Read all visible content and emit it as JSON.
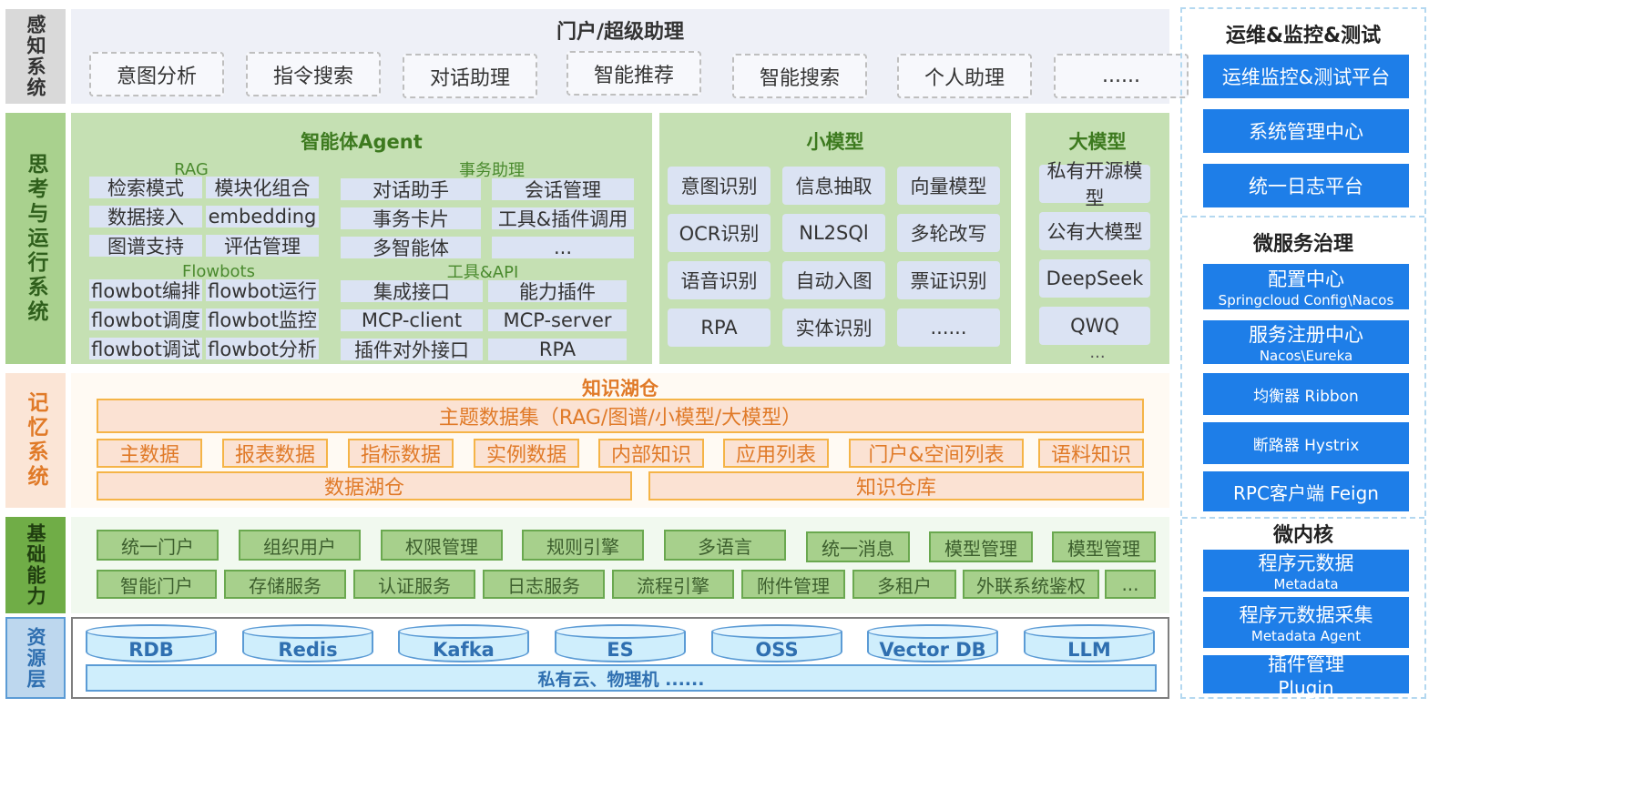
{
  "layers": {
    "perception": "感知系统",
    "thinking": "思考与运行系统",
    "memory": "记忆系统",
    "base": "基础能力",
    "resource": "资源层"
  },
  "portal": {
    "title": "门户/超级助理",
    "items": [
      "意图分析",
      "指令搜索",
      "对话助理",
      "智能推荐",
      "智能搜索",
      "个人助理",
      "......"
    ]
  },
  "agent": {
    "title": "智能体Agent",
    "rag_title": "RAG",
    "rag_items": [
      "检索模式",
      "模块化组合",
      "数据接入",
      "embedding",
      "图谱支持",
      "评估管理"
    ],
    "affairs_title": "事务助理",
    "affairs_items": [
      "对话助手",
      "会话管理",
      "事务卡片",
      "工具&插件调用",
      "多智能体",
      "..."
    ],
    "flowbots_title": "Flowbots",
    "flowbots_items": [
      "flowbot编排",
      "flowbot运行",
      "flowbot调度",
      "flowbot监控",
      "flowbot调试",
      "flowbot分析"
    ],
    "tools_title": "工具&API",
    "tools_items": [
      "集成接口",
      "能力插件",
      "MCP-client",
      "MCP-server",
      "插件对外接口",
      "RPA"
    ]
  },
  "small_model": {
    "title": "小模型",
    "items": [
      "意图识别",
      "信息抽取",
      "向量模型",
      "OCR识别",
      "NL2SQl",
      "多轮改写",
      "语音识别",
      "自动入图",
      "票证识别",
      "RPA",
      "实体识别",
      "......"
    ]
  },
  "large_model": {
    "title": "大模型",
    "items": [
      "私有开源模型",
      "公有大模型",
      "DeepSeek",
      "QWQ"
    ],
    "more": "..."
  },
  "memory": {
    "title": "知识湖仓",
    "topic": "主题数据集（RAG/图谱/小模型/大模型）",
    "items": [
      "主数据",
      "报表数据",
      "指标数据",
      "实例数据",
      "内部知识",
      "应用列表",
      "门户&空间列表",
      "语料知识"
    ],
    "lake": "数据湖仓",
    "warehouse": "知识仓库"
  },
  "base": {
    "row1": [
      "统一门户",
      "组织用户",
      "权限管理",
      "规则引擎",
      "多语言",
      "统一消息",
      "模型管理",
      "模型管理"
    ],
    "row2": [
      "智能门户",
      "存储服务",
      "认证服务",
      "日志服务",
      "流程引擎",
      "附件管理",
      "多租户",
      "外联系统鉴权",
      "..."
    ]
  },
  "resources": {
    "items": [
      "RDB",
      "Redis",
      "Kafka",
      "ES",
      "OSS",
      "Vector DB",
      "LLM"
    ],
    "bottom": "私有云、物理机 ......"
  },
  "ops": {
    "title": "运维&监控&测试",
    "items": [
      "运维监控&测试平台",
      "系统管理中心",
      "统一日志平台"
    ]
  },
  "micro": {
    "title": "微服务治理",
    "items": [
      {
        "main": "配置中心",
        "sub": "Springcloud Config\\Nacos"
      },
      {
        "main": "服务注册中心",
        "sub": "Nacos\\Eureka"
      },
      {
        "main": "均衡器 Ribbon",
        "sub": ""
      },
      {
        "main": "断路器 Hystrix",
        "sub": ""
      },
      {
        "main": "RPC客户端 Feign",
        "sub": ""
      }
    ]
  },
  "kernel": {
    "title": "微内核",
    "items": [
      {
        "main": "程序元数据",
        "sub": "Metadata"
      },
      {
        "main": "程序元数据采集",
        "sub": "Metadata Agent"
      },
      {
        "main": "插件管理",
        "sub": "Plugin"
      }
    ]
  },
  "colors": {
    "perception_bg": "#d9d9d9",
    "thinking_bg": "#a9d18e",
    "memory_bg": "#fbe5d6",
    "base_bg": "#70ad47",
    "resource_bg": "#bdd7ee",
    "right_blue": "#1e7ee8"
  }
}
